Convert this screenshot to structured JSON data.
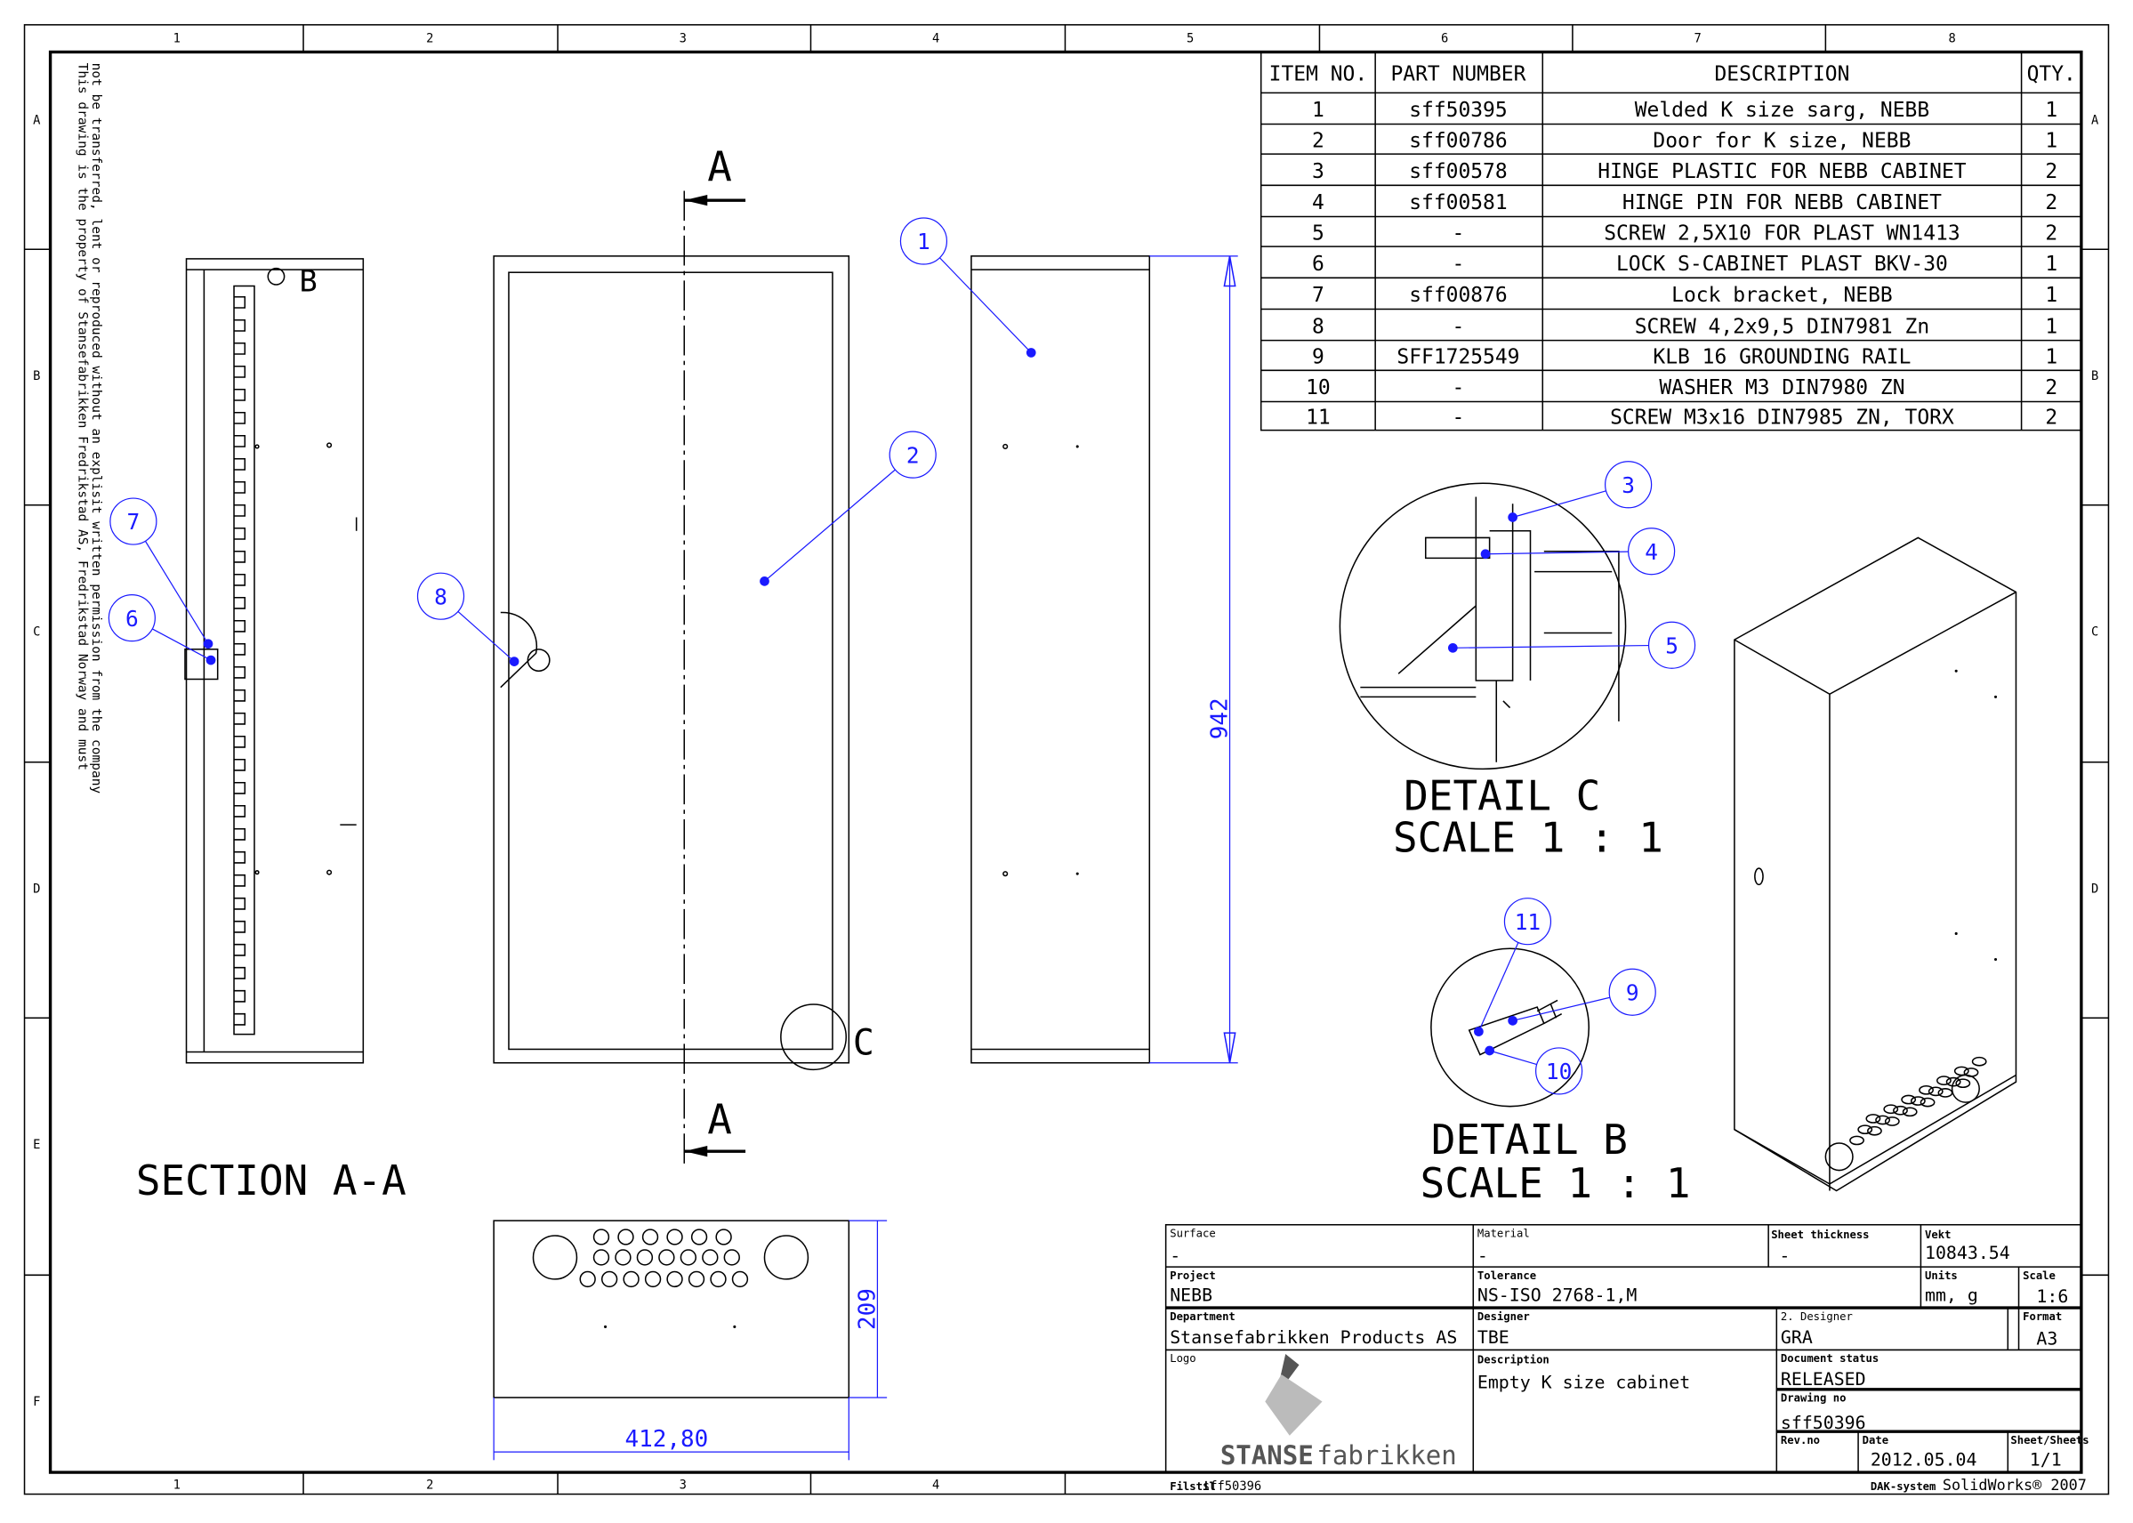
{
  "frame": {
    "columns": [
      "1",
      "2",
      "3",
      "4",
      "5",
      "6",
      "7",
      "8"
    ],
    "rows": [
      "A",
      "B",
      "C",
      "D",
      "E",
      "F"
    ],
    "notice": "This drawing is the property of Stansefabrikken Fredrikstad AS, Fredrikstad Norway and must not be transferred, lent or reproduced without an explisit written permission from the company",
    "notice_line1": "This drawing is the property of Stansefabrikken Fredrikstad AS, Fredrikstad Norway and must",
    "notice_line2": "not be transferred, lent or reproduced without an explisit written permission from the company"
  },
  "bom": {
    "headers": [
      "ITEM NO.",
      "PART NUMBER",
      "DESCRIPTION",
      "QTY."
    ],
    "rows": [
      [
        "1",
        "sff50395",
        "Welded K size sarg, NEBB",
        "1"
      ],
      [
        "2",
        "sff00786",
        "Door for K size, NEBB",
        "1"
      ],
      [
        "3",
        "sff00578",
        "HINGE PLASTIC FOR NEBB CABINET",
        "2"
      ],
      [
        "4",
        "sff00581",
        "HINGE PIN FOR NEBB CABINET",
        "2"
      ],
      [
        "5",
        "-",
        "SCREW 2,5X10  FOR PLAST WN1413",
        "2"
      ],
      [
        "6",
        "-",
        "LOCK S-CABINET PLAST BKV-30",
        "1"
      ],
      [
        "7",
        "sff00876",
        "Lock bracket, NEBB",
        "1"
      ],
      [
        "8",
        "-",
        "SCREW 4,2x9,5 DIN7981 Zn",
        "1"
      ],
      [
        "9",
        "SFF1725549",
        "KLB 16 GROUNDING RAIL",
        "1"
      ],
      [
        "10",
        "-",
        "WASHER M3 DIN7980 ZN",
        "2"
      ],
      [
        "11",
        "-",
        "SCREW M3x16 DIN7985 ZN, TORX",
        "2"
      ]
    ]
  },
  "views": {
    "section_label": "SECTION A-A",
    "section_marker": "A",
    "detail_b_marker": "B",
    "detail_c_marker": "C",
    "detail_c_title": "DETAIL C",
    "detail_c_scale": "SCALE 1 : 1",
    "detail_b_title": "DETAIL B",
    "detail_b_scale": "SCALE 1 : 1",
    "dim_height": "942",
    "dim_depth": "209",
    "dim_width": "412,80",
    "balloons": [
      "1",
      "2",
      "3",
      "4",
      "5",
      "6",
      "7",
      "8",
      "9",
      "10",
      "11"
    ]
  },
  "title_block": {
    "surface_label": "Surface",
    "surface": "-",
    "material_label": "Material",
    "material": "-",
    "sheet_thickness_label": "Sheet thickness",
    "sheet_thickness": "-",
    "weight_label": "Vekt",
    "weight": "10843.54",
    "project_label": "Project",
    "project": "NEBB",
    "tolerance_label": "Tolerance",
    "tolerance": "NS-ISO 2768-1,M",
    "units_label": "Units",
    "units": "mm, g",
    "scale_label": "Scale",
    "scale": "1:6",
    "department_label": "Department",
    "department": "Stansefabrikken Products AS",
    "designer_label": "Designer",
    "designer": "TBE",
    "designer2_label": "2. Designer",
    "designer2": "GRA",
    "format_label": "Format",
    "format": "A3",
    "logo_label": "Logo",
    "logo_text_bold": "STANSE",
    "logo_text": "fabrikken",
    "description_label": "Description",
    "description": "Empty K size cabinet",
    "status_label": "Document status",
    "status": "RELEASED",
    "drawing_no_label": "Drawing no",
    "drawing_no": "sff50396",
    "revno_label": "Rev.no",
    "date_label": "Date",
    "date": "2012.05.04",
    "sheets_label": "Sheet/Sheets",
    "sheets": "1/1",
    "file_label": "Filstil",
    "file": "sff50396",
    "system_label": "DAK-system",
    "system": "SolidWorks® 2007"
  },
  "colors": {
    "annotation": "#1a1aff",
    "line": "#000000"
  }
}
